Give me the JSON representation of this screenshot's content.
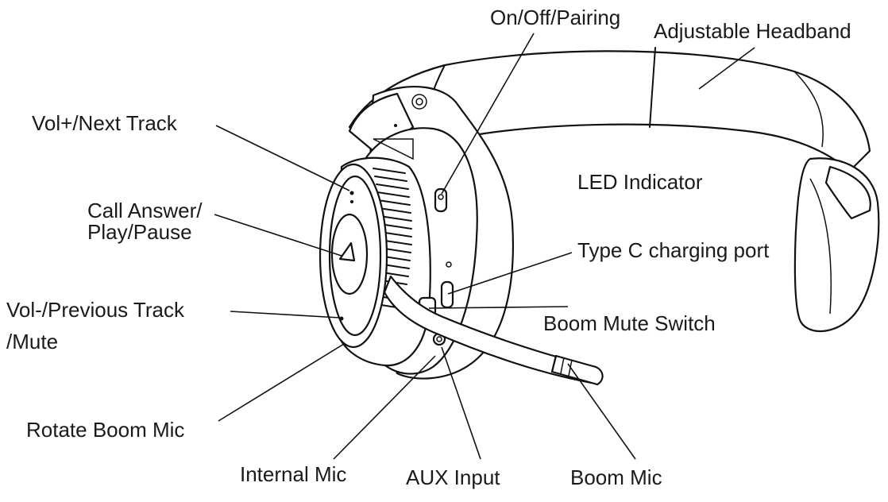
{
  "labels": {
    "on_off_pairing": "On/Off/Pairing",
    "adjustable_headband": "Adjustable Headband",
    "vol_up_next": "Vol+/Next Track",
    "call_answer_line1": "Call Answer/",
    "call_answer_line2": "Play/Pause",
    "led_indicator": "LED Indicator",
    "type_c_port": "Type C  charging port",
    "vol_down_line1": "Vol-/Previous Track",
    "vol_down_line2": "/Mute",
    "boom_mute_switch": "Boom Mute Switch",
    "rotate_boom_mic": "Rotate Boom Mic",
    "internal_mic": "Internal Mic",
    "aux_input": "AUX Input",
    "boom_mic": "Boom Mic"
  }
}
